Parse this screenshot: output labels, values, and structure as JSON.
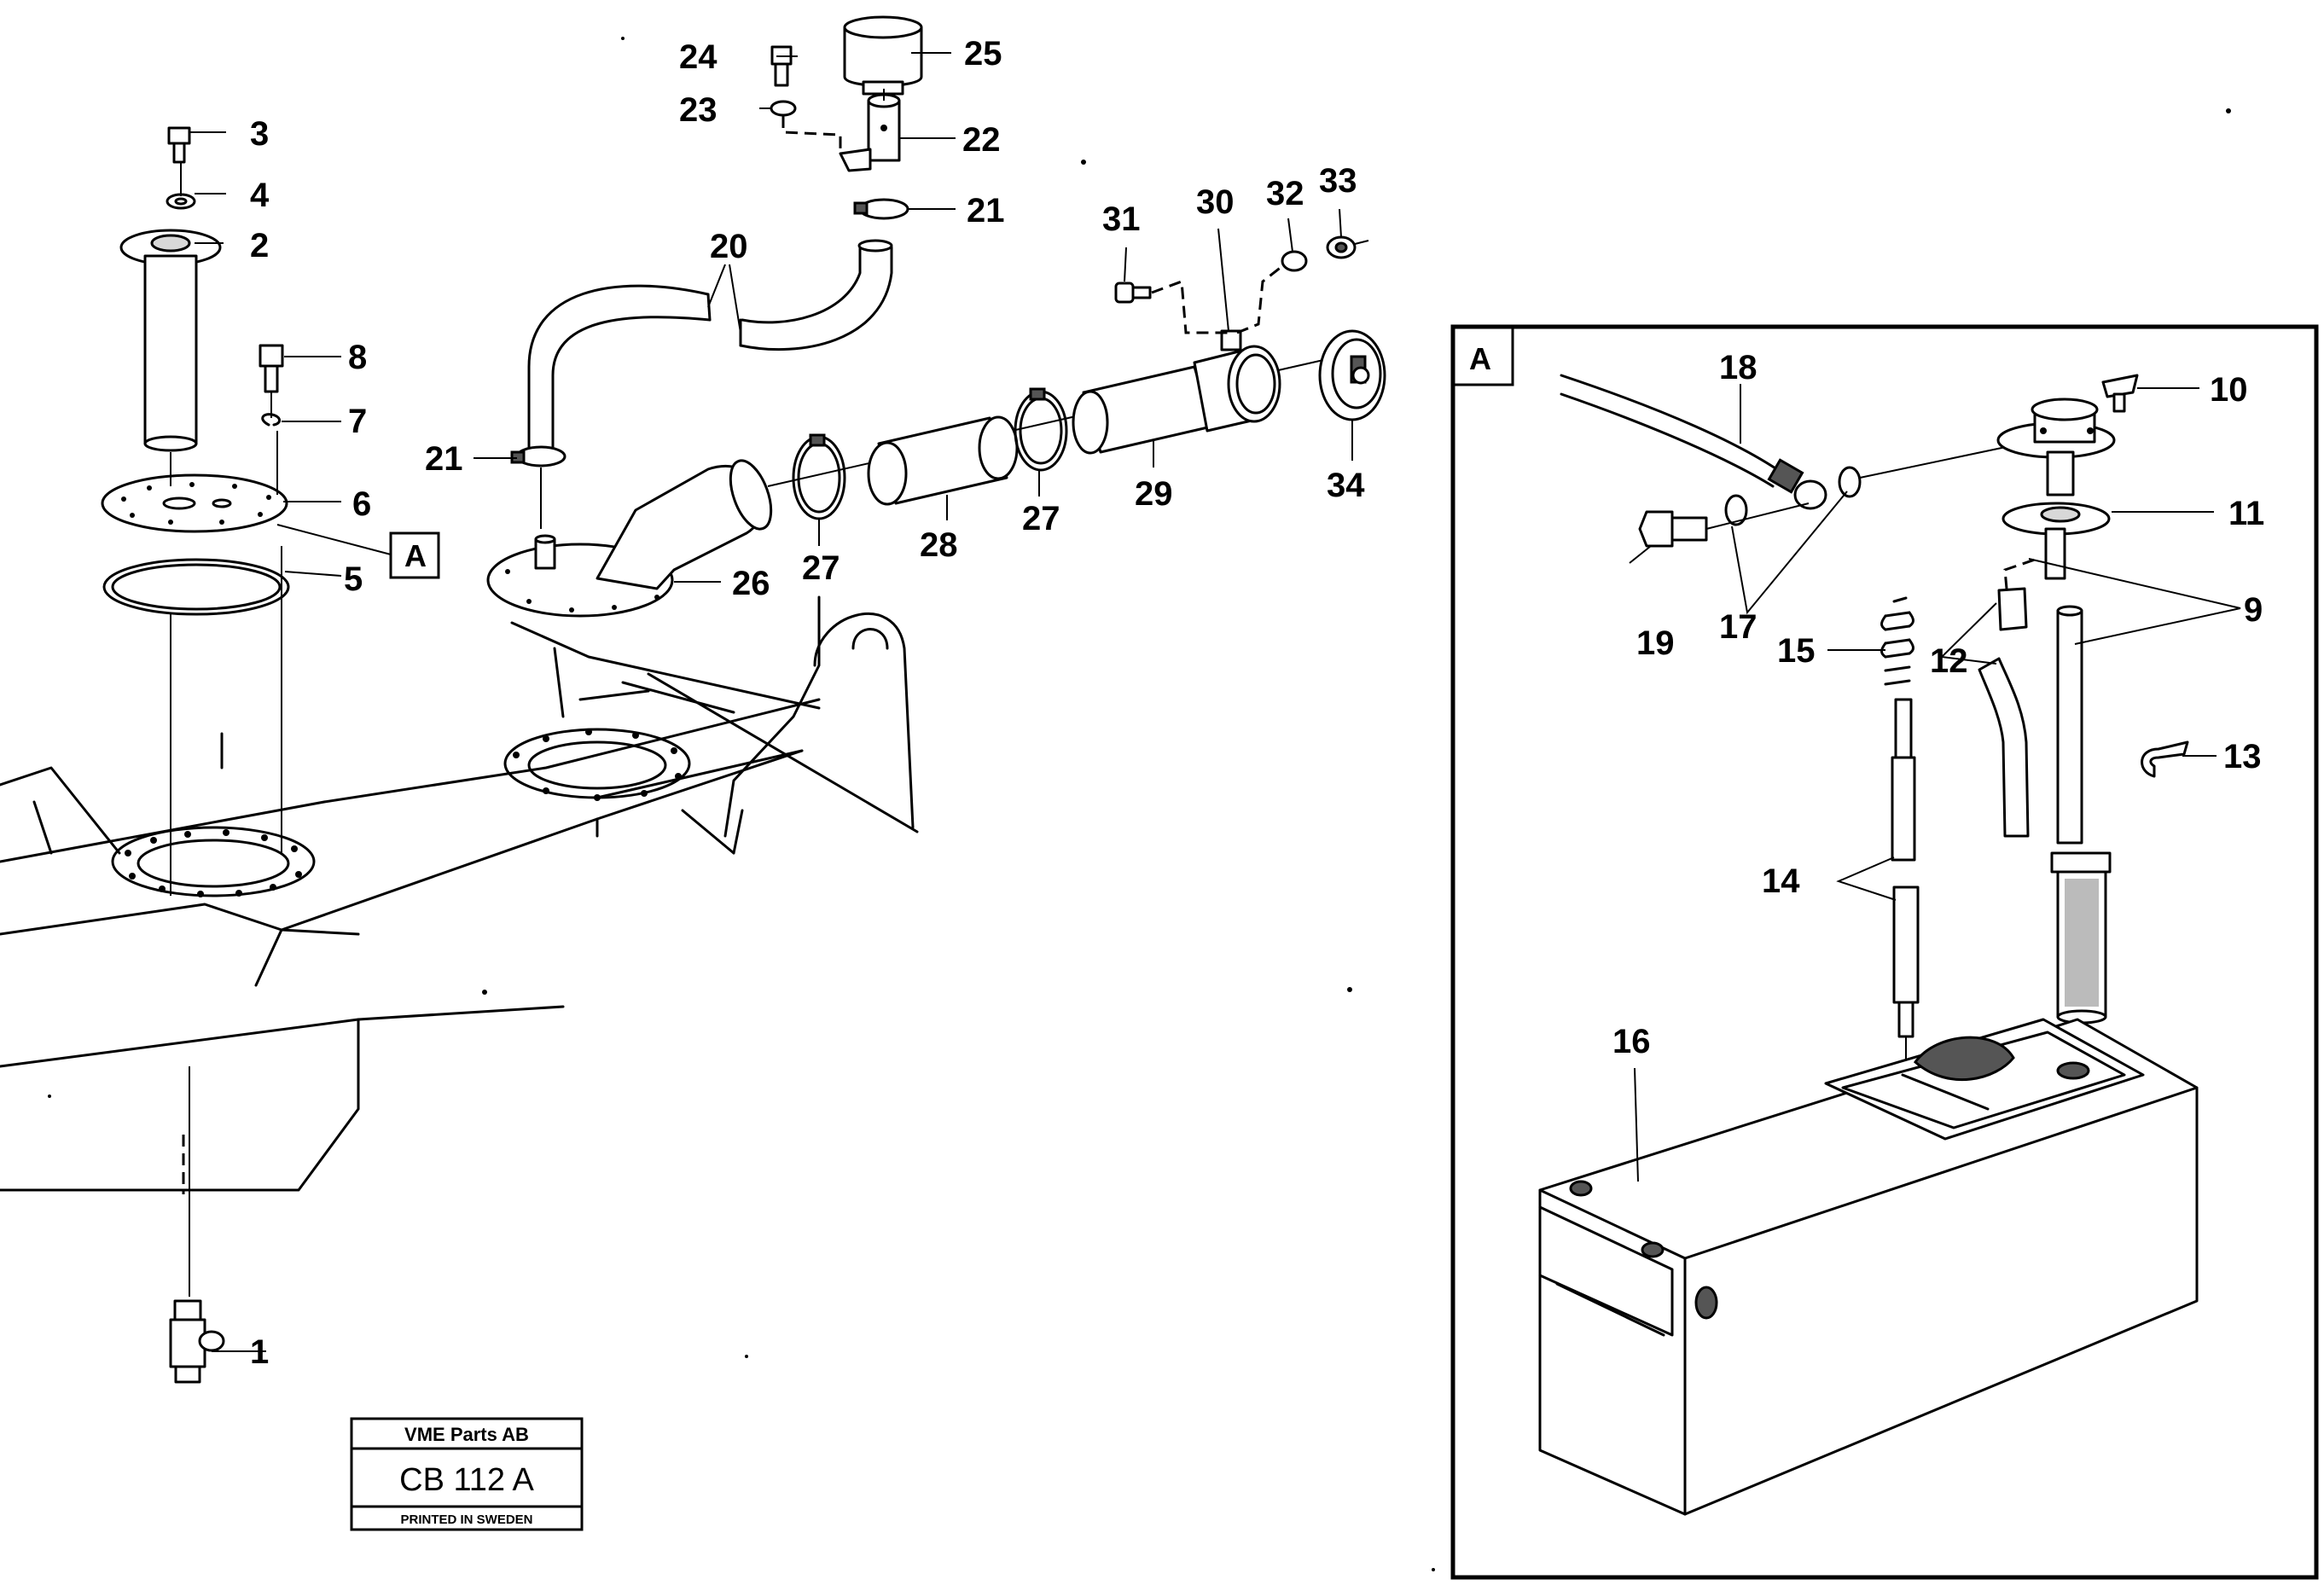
{
  "callouts": [
    "1",
    "2",
    "3",
    "4",
    "5",
    "6",
    "7",
    "8",
    "9",
    "10",
    "11",
    "12",
    "13",
    "14",
    "15",
    "16",
    "17",
    "18",
    "19",
    "20",
    "21",
    "21",
    "22",
    "23",
    "24",
    "25",
    "26",
    "27",
    "27",
    "28",
    "29",
    "30",
    "31",
    "32",
    "33",
    "34"
  ],
  "detail_ref": "A",
  "inset_label": "A",
  "title_block": {
    "company": "VME Parts AB",
    "drawing_number": "CB 112 A",
    "printed": "PRINTED IN SWEDEN"
  }
}
